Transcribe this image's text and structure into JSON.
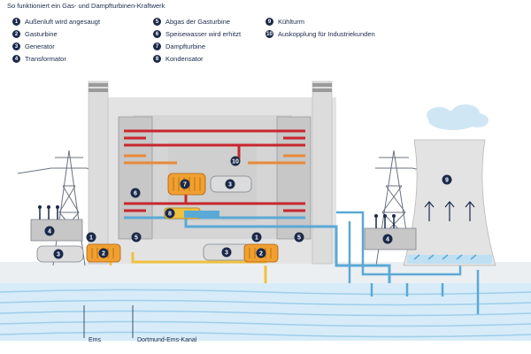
{
  "title": "So funktioniert ein Gas- und Dampfturbinen-Kraftwerk",
  "legend": [
    {
      "num": "1",
      "label": "Außenluft wird angesaugt"
    },
    {
      "num": "2",
      "label": "Gasturbine"
    },
    {
      "num": "3",
      "label": "Generator"
    },
    {
      "num": "4",
      "label": "Transformator"
    },
    {
      "num": "5",
      "label": "Abgas der Gasturbine"
    },
    {
      "num": "6",
      "label": "Speisewasser wird erhitzt"
    },
    {
      "num": "7",
      "label": "Dampfturbine"
    },
    {
      "num": "8",
      "label": "Kondensator"
    },
    {
      "num": "9",
      "label": "Kühlturm"
    },
    {
      "num": "10",
      "label": "Auskopplung für Industriekunden"
    }
  ],
  "water_labels": {
    "ems": "Ems",
    "kanal": "Dortmund-Ems-Kanal"
  },
  "colors": {
    "navy": "#1b2a4a",
    "hot_pipe": "#c8262e",
    "warm_pipe": "#e8893a",
    "cool_pipe": "#5aa9d6",
    "water": "#cfe8f6",
    "turbine": "#f0a030",
    "building": "#e3e3e3"
  }
}
